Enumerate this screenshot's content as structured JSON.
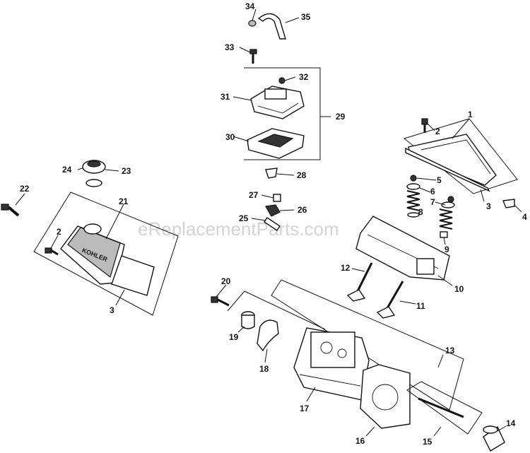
{
  "watermark": "eReplacementParts.com",
  "callouts": {
    "c1": "1",
    "c2a": "2",
    "c3a": "3",
    "c4": "4",
    "c5": "5",
    "c6": "6",
    "c7": "7",
    "c8": "8",
    "c9": "9",
    "c10": "10",
    "c11": "11",
    "c12": "12",
    "c13": "13",
    "c14": "14",
    "c15": "15",
    "c16": "16",
    "c17": "17",
    "c18": "18",
    "c19": "19",
    "c20": "20",
    "c21": "21",
    "c2b": "2",
    "c3b": "3",
    "c22": "22",
    "c23": "23",
    "c24": "24",
    "c25": "25",
    "c26": "26",
    "c27": "27",
    "c28": "28",
    "c29": "29",
    "c30": "30",
    "c31": "31",
    "c32": "32",
    "c33": "33",
    "c34": "34",
    "c35": "35"
  }
}
